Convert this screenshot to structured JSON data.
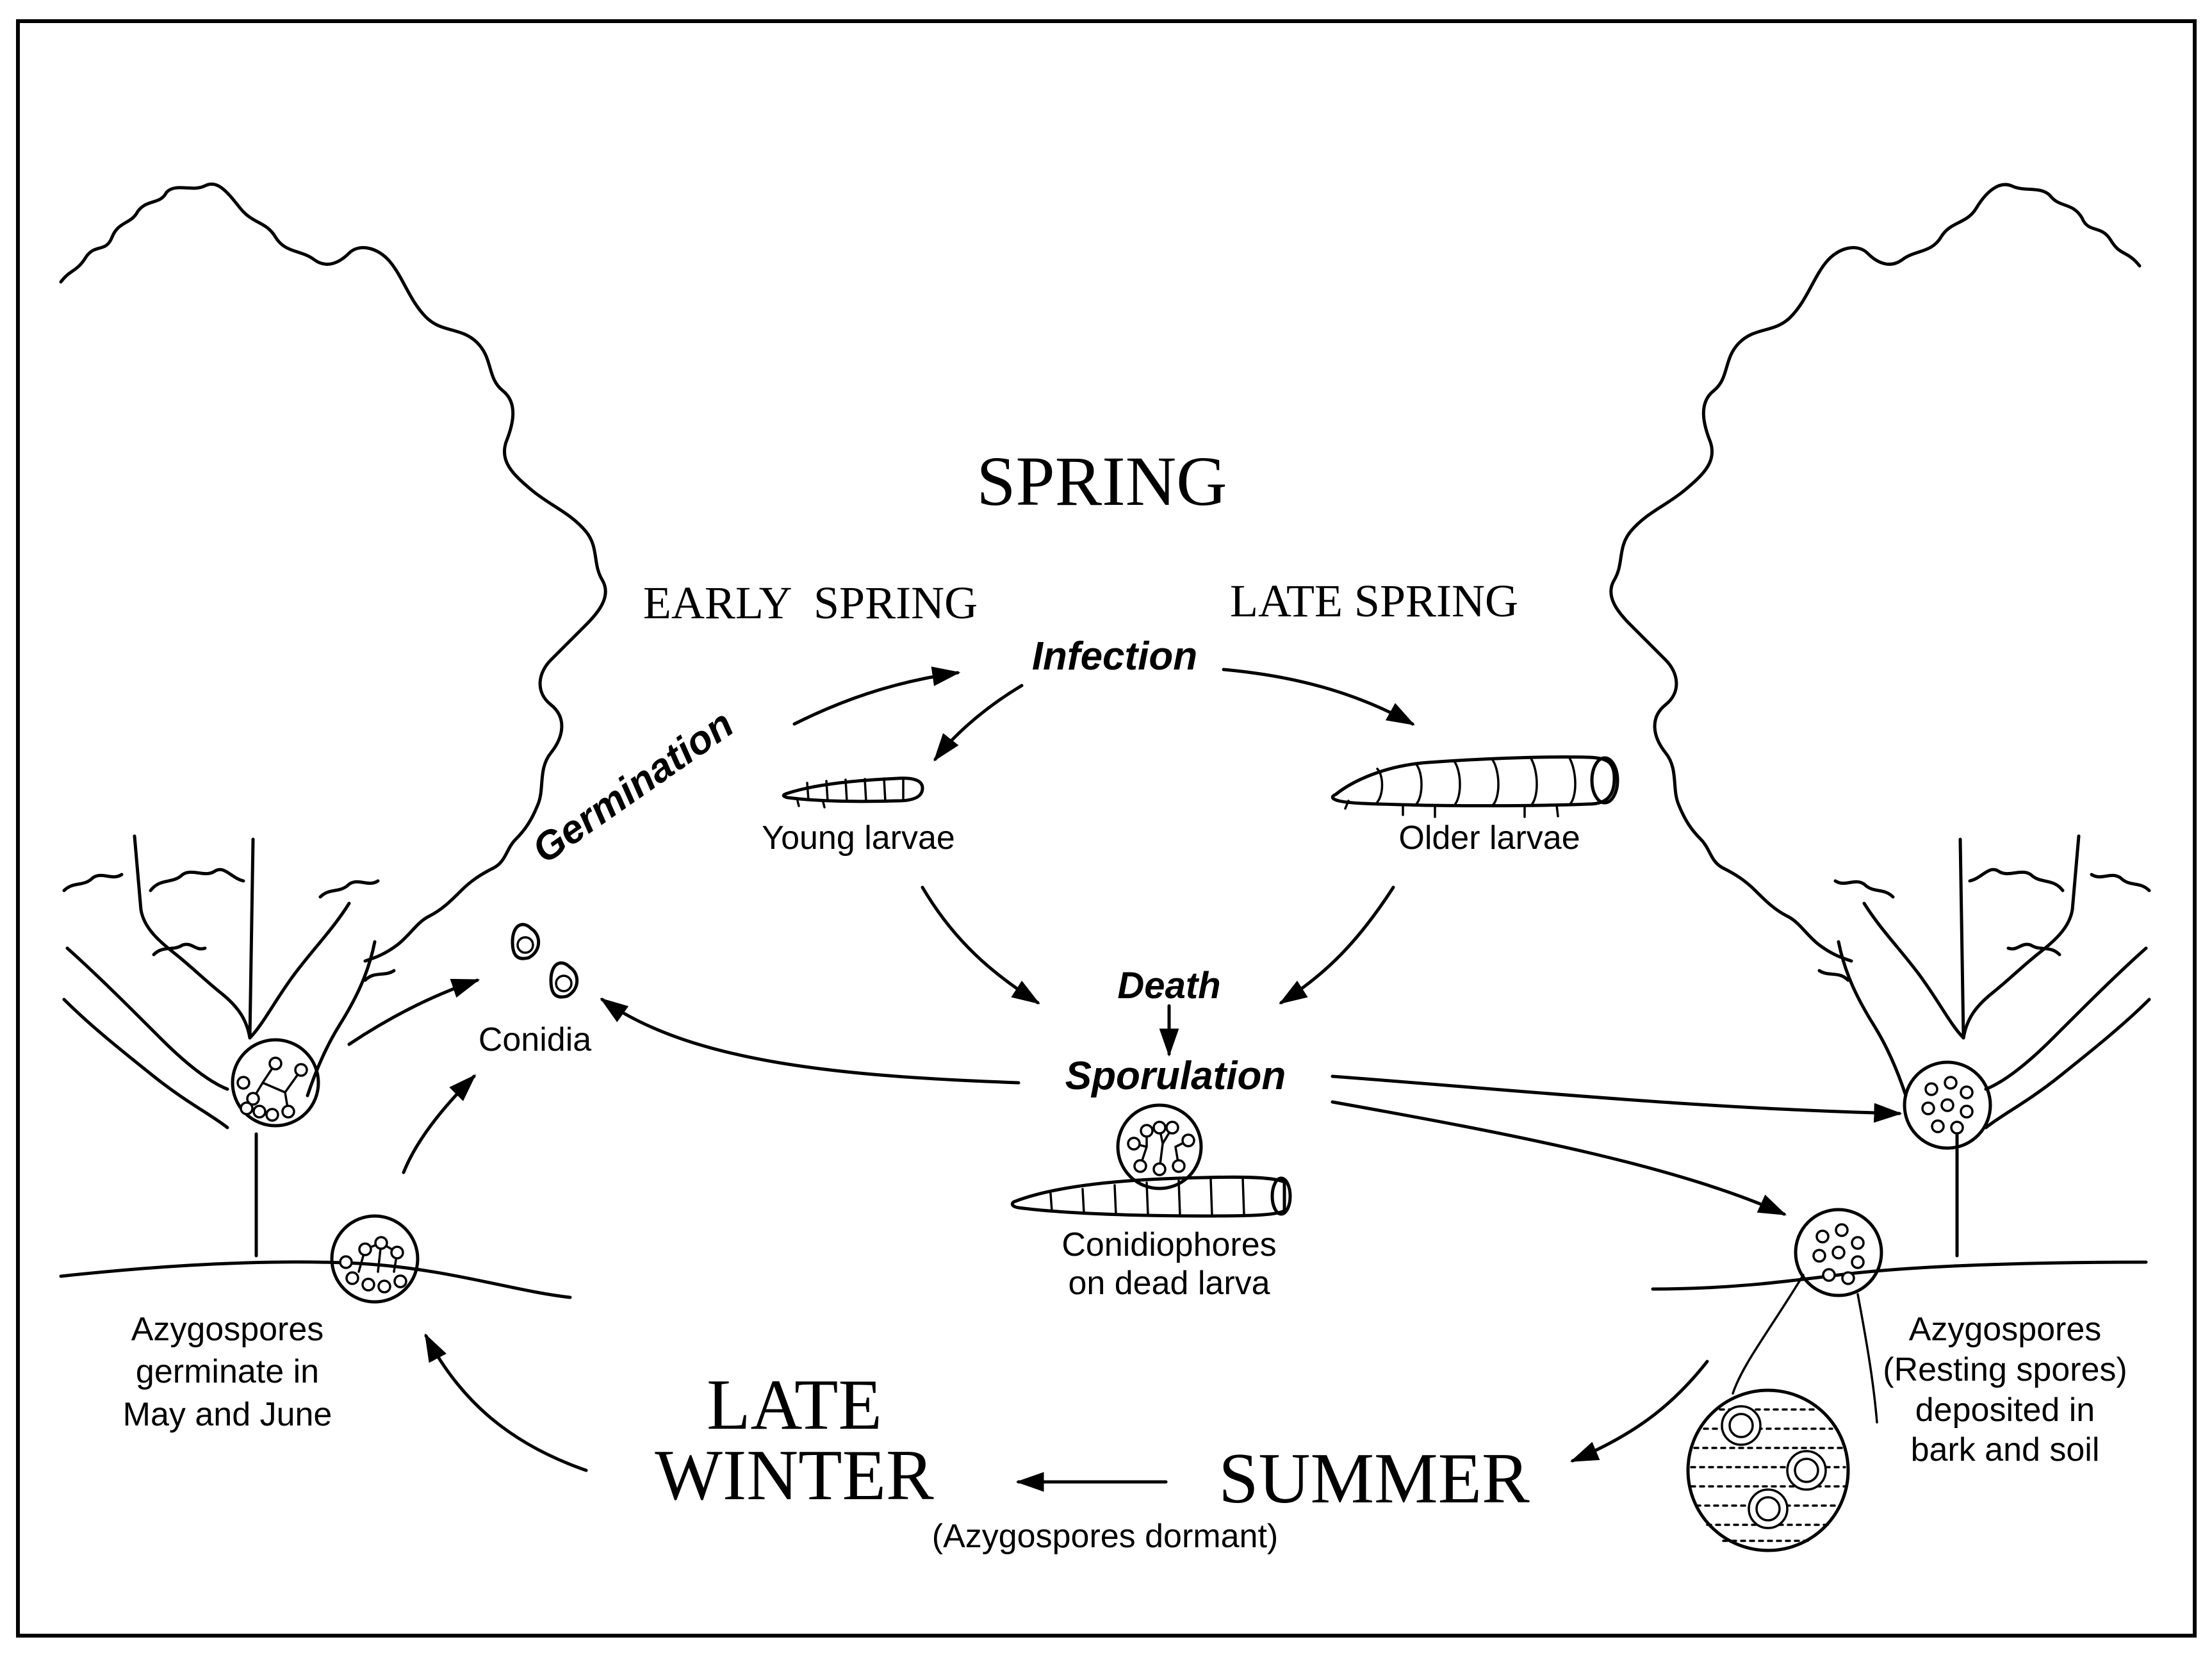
{
  "seasons": {
    "spring": "SPRING",
    "early_spring": "EARLY  SPRING",
    "late_spring": "LATE SPRING",
    "summer": "SUMMER",
    "late_winter_line1": "LATE",
    "late_winter_line2": "WINTER",
    "late_winter_note": "(Azygospores dormant)"
  },
  "events": {
    "infection": "Infection",
    "germination": "Germination",
    "death": "Death",
    "sporulation": "Sporulation"
  },
  "labels": {
    "young_larvae": "Young larvae",
    "older_larvae": "Older larvae",
    "conidia": "Conidia",
    "conidiophores_line1": "Conidiophores",
    "conidiophores_line2": "on dead larva",
    "azy_germ_line1": "Azygospores",
    "azy_germ_line2": "germinate in",
    "azy_germ_line3": "May and June",
    "azy_rest_line1": "Azygospores",
    "azy_rest_line2": "(Resting spores)",
    "azy_rest_line3": "deposited in",
    "azy_rest_line4": "bark and soil"
  }
}
